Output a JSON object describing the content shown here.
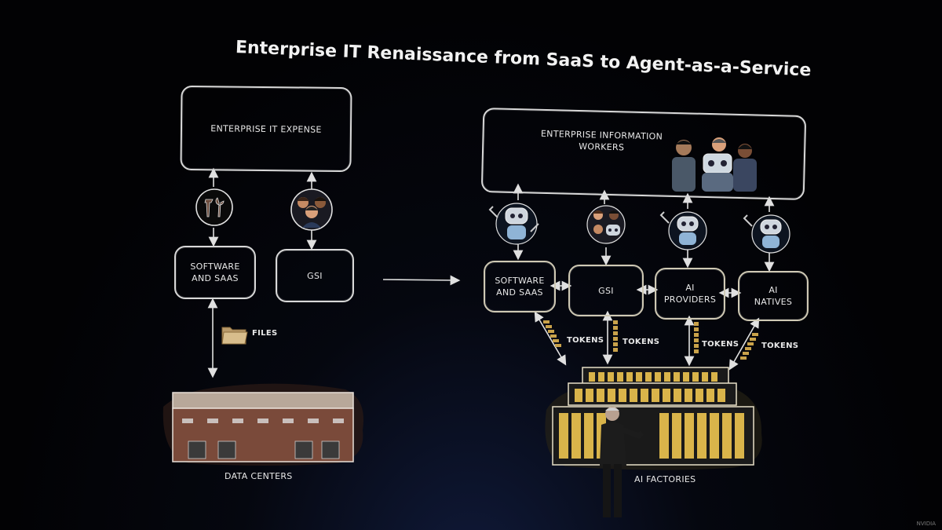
{
  "title": "Enterprise IT Renaissance from SaaS to Agent-as-a-Service",
  "left": {
    "expense": "ENTERPRISE IT EXPENSE",
    "software": "SOFTWARE AND SAAS",
    "gsi": "GSI",
    "files": "FILES",
    "datacenters": "DATA CENTERS"
  },
  "right": {
    "workers": "ENTERPRISE INFORMATION WORKERS",
    "software": "SOFTWARE AND SAAS",
    "gsi": "GSI",
    "providers": "AI PROVIDERS",
    "natives": "AI NATIVES",
    "tokens": [
      "TOKENS",
      "TOKENS",
      "TOKENS",
      "TOKENS"
    ],
    "factories": "AI FACTORIES"
  },
  "colors": {
    "line": "#d8d8d8",
    "gold": "#c9a24a",
    "brick": "#7a4a3a",
    "robot": "#8fb4d6"
  },
  "icons": [
    "tools-icon",
    "people-icon",
    "robot-icon",
    "folder-icon",
    "datacenter-icon",
    "ai-factory-icon"
  ],
  "watermark": "NVIDIA"
}
